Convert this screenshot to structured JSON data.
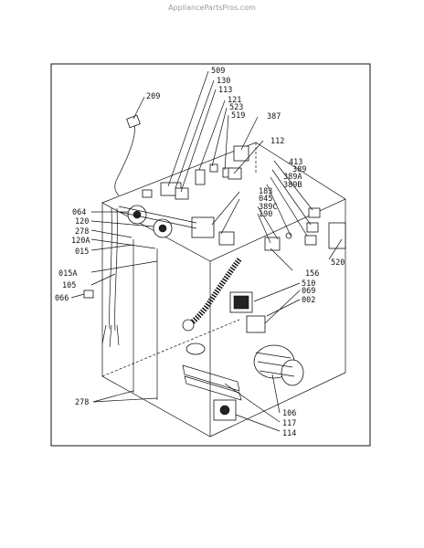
{
  "watermark": "AppliancePartsPros.com",
  "parts": {
    "p209": "209",
    "p509": "509",
    "p130": "130",
    "p113": "113",
    "p121": "121",
    "p523": "523",
    "p519": "519",
    "p387": "387",
    "p112": "112",
    "p413": "413",
    "p389": "389",
    "p389A": "389A",
    "p389B": "389B",
    "p183": "183",
    "p045": "045",
    "p389C": "389C",
    "p190": "190",
    "p064": "064",
    "p120": "120",
    "p278a": "278",
    "p120A": "120A",
    "p015": "015",
    "p015A": "015A",
    "p105": "105",
    "p066": "066",
    "p520": "520",
    "p156": "156",
    "p510": "510",
    "p069": "069",
    "p002": "002",
    "p278b": "278",
    "p106": "106",
    "p117": "117",
    "p114": "114"
  }
}
